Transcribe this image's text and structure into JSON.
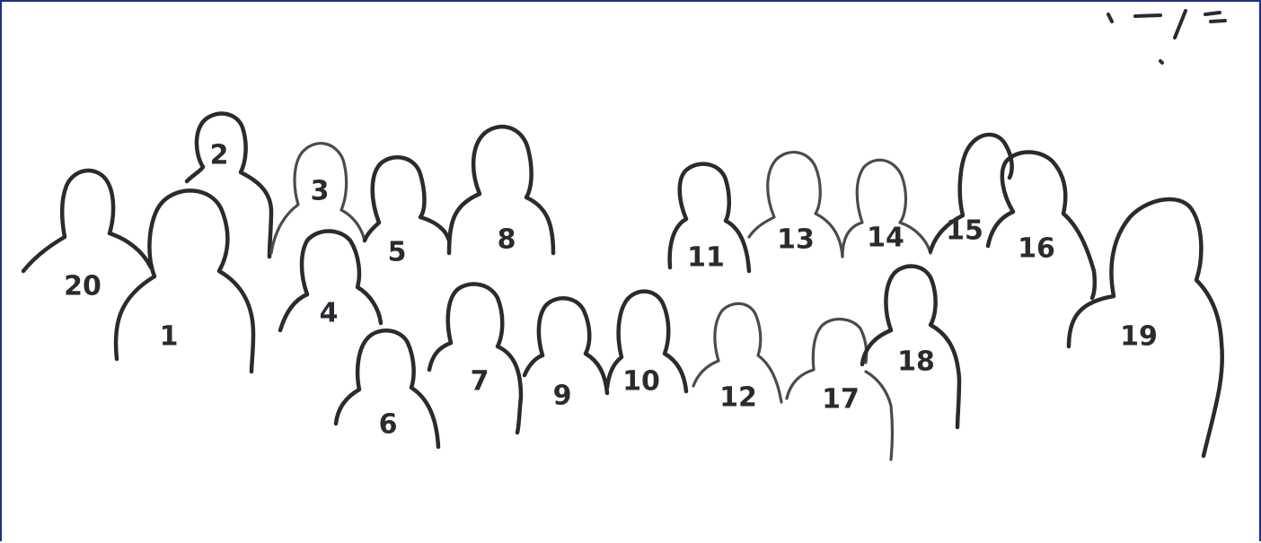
{
  "figures": [
    {
      "label": "20"
    },
    {
      "label": "2"
    },
    {
      "label": "3"
    },
    {
      "label": "5"
    },
    {
      "label": "8"
    },
    {
      "label": "11"
    },
    {
      "label": "13"
    },
    {
      "label": "14"
    },
    {
      "label": "15"
    },
    {
      "label": "16"
    },
    {
      "label": "1"
    },
    {
      "label": "4"
    },
    {
      "label": "6"
    },
    {
      "label": "7"
    },
    {
      "label": "9"
    },
    {
      "label": "10"
    },
    {
      "label": "12"
    },
    {
      "label": "17"
    },
    {
      "label": "18"
    },
    {
      "label": "19"
    }
  ],
  "colors": {
    "ink": "#2b2b2f",
    "border": "#1f2f8a",
    "paper": "#ffffff"
  }
}
